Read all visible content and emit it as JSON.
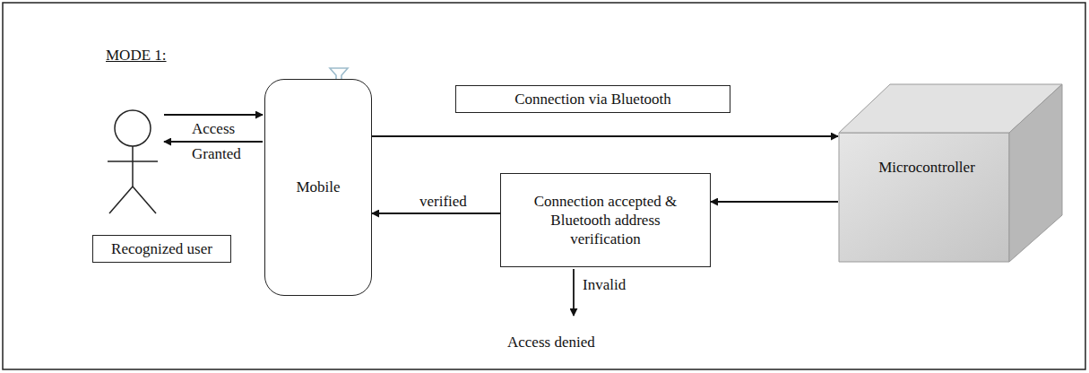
{
  "diagram": {
    "nodes": [
      {
        "text": [
          "Recognized user"
        ]
      },
      {
        "text": [
          "Mobile"
        ]
      },
      {
        "text": [
          "Connection via Bluetooth"
        ]
      },
      {
        "text": [
          "Microcontroller"
        ]
      },
      {
        "text": [
          "Connection accepted & Bluetooth address verification"
        ]
      }
    ],
    "edges": [
      {
        "from": 1,
        "to": 3,
        "arrow": "to"
      },
      {
        "from": 3,
        "to": 4,
        "arrow": "to"
      },
      {
        "from": 4,
        "to": 1,
        "label": "verified",
        "arrow": "to"
      }
    ],
    "labels": [
      "MODE 1:",
      "Access",
      "Granted",
      "Invalid",
      "Access denied"
    ]
  }
}
